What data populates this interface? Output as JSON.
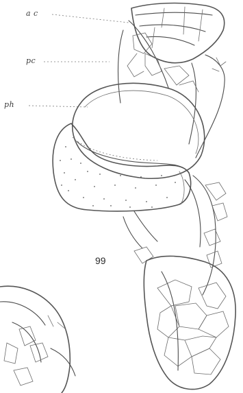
{
  "labels": {
    "ac": "a c",
    "pc": "pc",
    "ph": "ph"
  },
  "figure_number": "99"
}
